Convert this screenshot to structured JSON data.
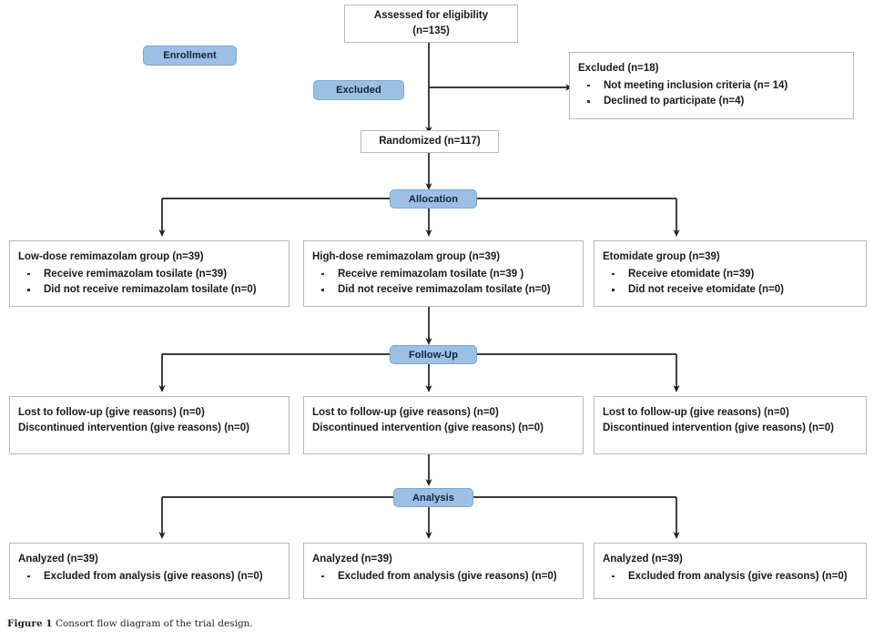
{
  "figure": {
    "caption_lead": "Figure 1",
    "caption_text": "Consort flow diagram of the trial design."
  },
  "colors": {
    "badge_fill": "#9cc0e4",
    "badge_border": "#7fa8cf",
    "box_border": "#b9b9b9",
    "connector": "#231f20",
    "text": "#1a1a1a"
  },
  "stages": {
    "enrollment": "Enrollment",
    "excluded": "Excluded",
    "allocation": "Allocation",
    "followup": "Follow-Up",
    "analysis": "Analysis"
  },
  "nodes": {
    "assessed": {
      "line1": "Assessed for eligibility",
      "line2": "(n=135)"
    },
    "excluded_box": {
      "title": "Excluded  (n=18)",
      "items": [
        "Not meeting inclusion criteria (n= 14)",
        "Declined to participate (n=4)"
      ]
    },
    "randomized": {
      "line1": "Randomized (n=117)"
    },
    "allocation_groups": [
      {
        "title": "Low-dose remimazolam group (n=39)",
        "items": [
          "Receive remimazolam tosilate (n=39)",
          "Did not receive  remimazolam tosilate (n=0)"
        ]
      },
      {
        "title": "High-dose remimazolam group (n=39)",
        "items": [
          "Receive remimazolam tosilate (n=39 )",
          "Did not receive  remimazolam tosilate (n=0)"
        ]
      },
      {
        "title": "Etomidate group (n=39)",
        "items": [
          "Receive etomidate (n=39)",
          "Did not receive etomidate (n=0)"
        ]
      }
    ],
    "followup_groups": [
      {
        "line1": "Lost to follow-up (give reasons) (n=0)",
        "line2": "Discontinued intervention (give reasons) (n=0)"
      },
      {
        "line1": "Lost to follow-up (give reasons) (n=0)",
        "line2": "Discontinued intervention (give reasons) (n=0)"
      },
      {
        "line1": "Lost to follow-up (give reasons) (n=0)",
        "line2": "Discontinued intervention (give reasons) (n=0)"
      }
    ],
    "analysis_groups": [
      {
        "title": "Analyzed (n=39)",
        "items": [
          "Excluded from analysis (give reasons) (n=0)"
        ]
      },
      {
        "title": "Analyzed (n=39)",
        "items": [
          "Excluded from analysis (give reasons) (n=0)"
        ]
      },
      {
        "title": "Analyzed (n=39)",
        "items": [
          "Excluded from analysis (give reasons) (n=0)"
        ]
      }
    ]
  }
}
